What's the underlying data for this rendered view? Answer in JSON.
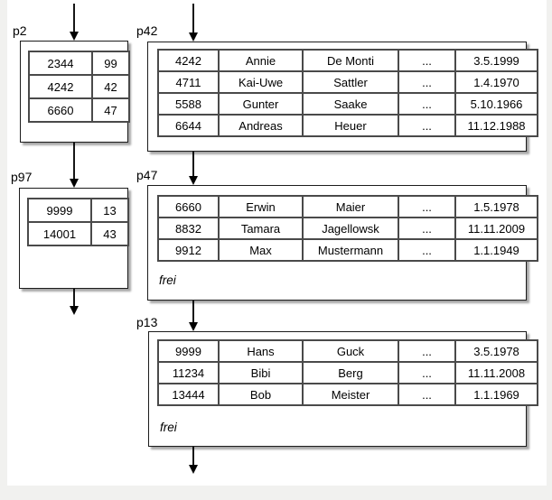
{
  "pages": [
    {
      "label": "p2",
      "kind": "index-page",
      "rows": [
        [
          "2344",
          "99"
        ],
        [
          "4242",
          "42"
        ],
        [
          "6660",
          "47"
        ]
      ]
    },
    {
      "label": "p42",
      "kind": "data-page",
      "rows": [
        [
          "4242",
          "Annie",
          "De Monti",
          "...",
          "3.5.1999"
        ],
        [
          "4711",
          "Kai-Uwe",
          "Sattler",
          "...",
          "1.4.1970"
        ],
        [
          "5588",
          "Gunter",
          "Saake",
          "...",
          "5.10.1966"
        ],
        [
          "6644",
          "Andreas",
          "Heuer",
          "...",
          "11.12.1988"
        ]
      ]
    },
    {
      "label": "p97",
      "kind": "index-page",
      "rows": [
        [
          "9999",
          "13"
        ],
        [
          "14001",
          "43"
        ]
      ]
    },
    {
      "label": "p47",
      "kind": "data-page",
      "free_label": "frei",
      "rows": [
        [
          "6660",
          "Erwin",
          "Maier",
          "...",
          "1.5.1978"
        ],
        [
          "8832",
          "Tamara",
          "Jagellowsk",
          "...",
          "11.11.2009"
        ],
        [
          "9912",
          "Max",
          "Mustermann",
          "...",
          "1.1.1949"
        ]
      ]
    },
    {
      "label": "p13",
      "kind": "data-page",
      "free_label": "frei",
      "rows": [
        [
          "9999",
          "Hans",
          "Guck",
          "...",
          "3.5.1978"
        ],
        [
          "11234",
          "Bibi",
          "Berg",
          "...",
          "11.11.2008"
        ],
        [
          "13444",
          "Bob",
          "Meister",
          "...",
          "1.1.1969"
        ]
      ]
    }
  ],
  "arrows": [
    {
      "name": "into-p2",
      "from": "offscreen-top",
      "to": "p2"
    },
    {
      "name": "into-p42",
      "from": "offscreen-top",
      "to": "p42"
    },
    {
      "name": "p2-to-p97",
      "from": "p2",
      "to": "p97"
    },
    {
      "name": "p42-to-p47",
      "from": "p42",
      "to": "p47"
    },
    {
      "name": "p97-out",
      "from": "p97",
      "to": "offscreen-bottom"
    },
    {
      "name": "p47-to-p13",
      "from": "p47",
      "to": "p13"
    },
    {
      "name": "p13-out",
      "from": "p13",
      "to": "offscreen-bottom"
    }
  ],
  "colors": {
    "ink": "#000000",
    "box_border": "#1c1c1c",
    "table_border": "#4a4a4a",
    "page_background": "#ffffff",
    "outer_background": "#f1f1ef"
  }
}
